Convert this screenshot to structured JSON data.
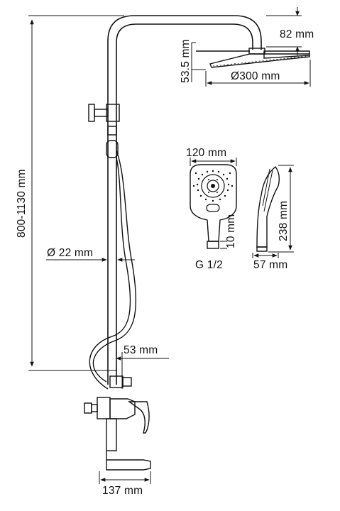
{
  "dimensions": {
    "height_range": "800-1130 mm",
    "head_offset": "82 mm",
    "head_thickness": "53.5 mm",
    "head_diameter": "Ø300 mm",
    "pipe_diameter": "Ø 22 mm",
    "hand_width": "120 mm",
    "hand_length": "238 mm",
    "hand_depth": "57 mm",
    "connector_size": "10 mm",
    "thread": "G 1/2",
    "spout_offset": "53 mm",
    "base_width": "137 mm"
  }
}
